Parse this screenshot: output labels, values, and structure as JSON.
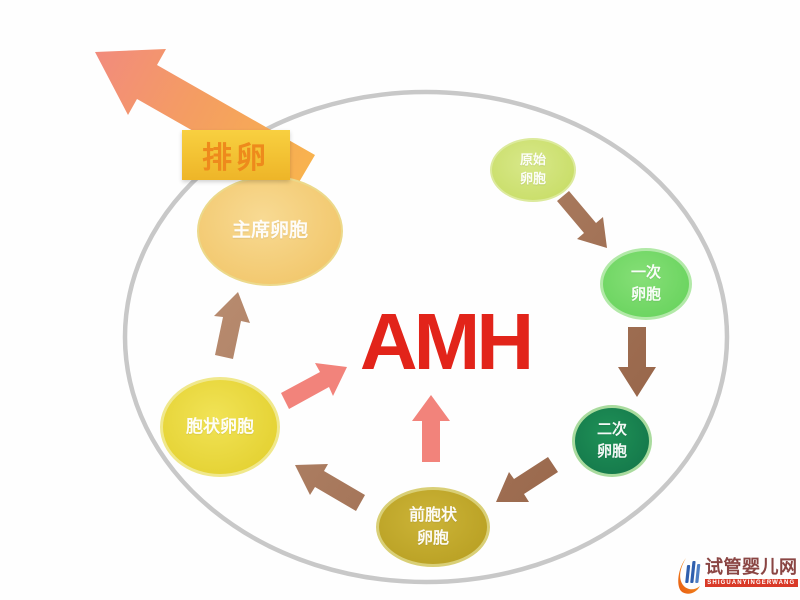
{
  "diagram": {
    "center_label": "AMH",
    "ovulation": {
      "label": "排卵"
    },
    "stages": [
      {
        "name": "primordial-follicle",
        "label": "原始卵胞"
      },
      {
        "name": "primary-follicle",
        "label": "一次卵胞"
      },
      {
        "name": "secondary-follicle",
        "label": "二次卵胞"
      },
      {
        "name": "preantral-follicle",
        "label": "前胞状卵胞"
      },
      {
        "name": "antral-follicle",
        "label": "胞状卵胞"
      },
      {
        "name": "dominant-follicle",
        "label": "主席卵胞"
      }
    ],
    "colors": {
      "amh_red": "#e2241a",
      "primordial_green": "#c5db60",
      "primary_green": "#63d159",
      "secondary_green": "#127348",
      "preantral_olive": "#b59c1f",
      "antral_yellow": "#e1cd29",
      "dominant_orange": "#f0c262",
      "ovulation_box_yellow": "#f2c234",
      "ovulation_text_orange": "#ee8a1c",
      "cycle_arrow_brown": "#a87258",
      "amh_arrow_pink": "#f2837b",
      "ellipse_border_gray": "#c8c8c8"
    }
  },
  "watermark": {
    "site_name": "试管婴儿网",
    "site_name_latin": "SHIGUANYINGERWANG"
  }
}
